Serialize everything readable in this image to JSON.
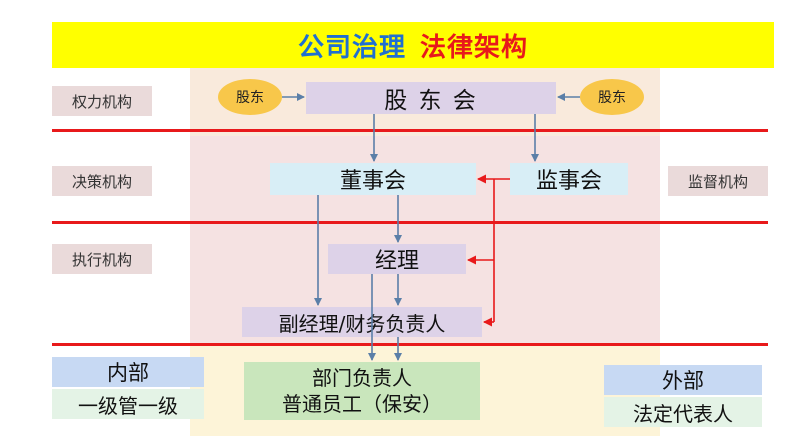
{
  "title": {
    "part1": "公司治理",
    "part2": "法律架构"
  },
  "levels": {
    "power": "权力机构",
    "decision": "决策机构",
    "supervision": "监督机构",
    "execution": "执行机构"
  },
  "shareholder_left": "股东",
  "shareholder_right": "股东",
  "shareholders_meeting": "股 东 会",
  "board": "董事会",
  "supervisory_board": "监事会",
  "manager": "经理",
  "deputy_manager": "副经理/财务负责人",
  "departments": {
    "line1": "部门负责人",
    "line2": "普通员工（保安）"
  },
  "internal": {
    "title": "内部",
    "subtitle": "一级管一级"
  },
  "external": {
    "title": "外部",
    "subtitle": "法定代表人"
  },
  "colors": {
    "title_bg": "#ffff00",
    "title_blue": "#1f6fd1",
    "title_red": "#e8191b",
    "red_line": "#e8191b",
    "arrow_blue": "#5b7fa8",
    "oval": "#f8c74a"
  }
}
